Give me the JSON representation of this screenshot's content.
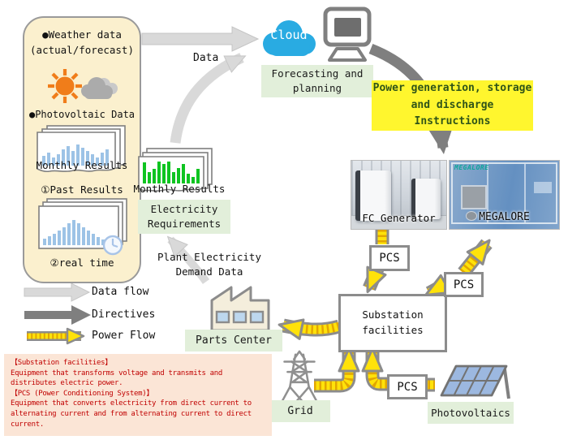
{
  "colors": {
    "cloud_blue": "#29ABE2",
    "highlight_yellow": "#FFF62E",
    "instruction_text_green": "#2F5418",
    "label_green_bg": "#E2EFDA",
    "panel_cream_bg": "#FBF0CE",
    "note_bg": "#FBE5D6",
    "note_text_red": "#C00000",
    "power_flow_yellow": "#FFE20A",
    "data_flow_gray": "#D9D9D9",
    "directives_gray": "#7F7F7F"
  },
  "left_panel": {
    "weather_title": "●Weather data\n(actual/forecast)",
    "photovoltaic_title": "●Photovoltaic Data",
    "monthly_results": "Monthly Results",
    "past_results": "①Past Results",
    "real_time": "②real time"
  },
  "top": {
    "data_label": "Data",
    "cloud_label": "Cloud",
    "forecasting_label": "Forecasting and\nplanning",
    "instructions_label": "Power generation, storage\nand discharge\nInstructions"
  },
  "middle": {
    "monthly_results": "Monthly Results",
    "electricity_requirements": "Electricity\nRequirements",
    "plant_demand": "Plant Electricity\nDemand Data"
  },
  "equipment": {
    "fc_generator": "FC Generator",
    "megalore": "MEGALORE",
    "megalore_logo": "MEGALORE",
    "pcs_fc": "PCS",
    "pcs_megalore": "PCS",
    "pcs_pv": "PCS",
    "substation": "Substation\nfacilities",
    "parts_center": "Parts Center",
    "grid": "Grid",
    "photovoltaics": "Photovoltaics"
  },
  "legend": {
    "data_flow": "Data flow",
    "directives": "Directives",
    "power_flow": "Power Flow"
  },
  "note": {
    "text": "【Substation facilities】\nEquipment that transforms voltage and transmits and\ndistributes electric power.\n【PCS (Power Conditioning System)】\nEquipment that converts electricity from direct current to\nalternating current and from alternating current to direct\ncurrent."
  }
}
